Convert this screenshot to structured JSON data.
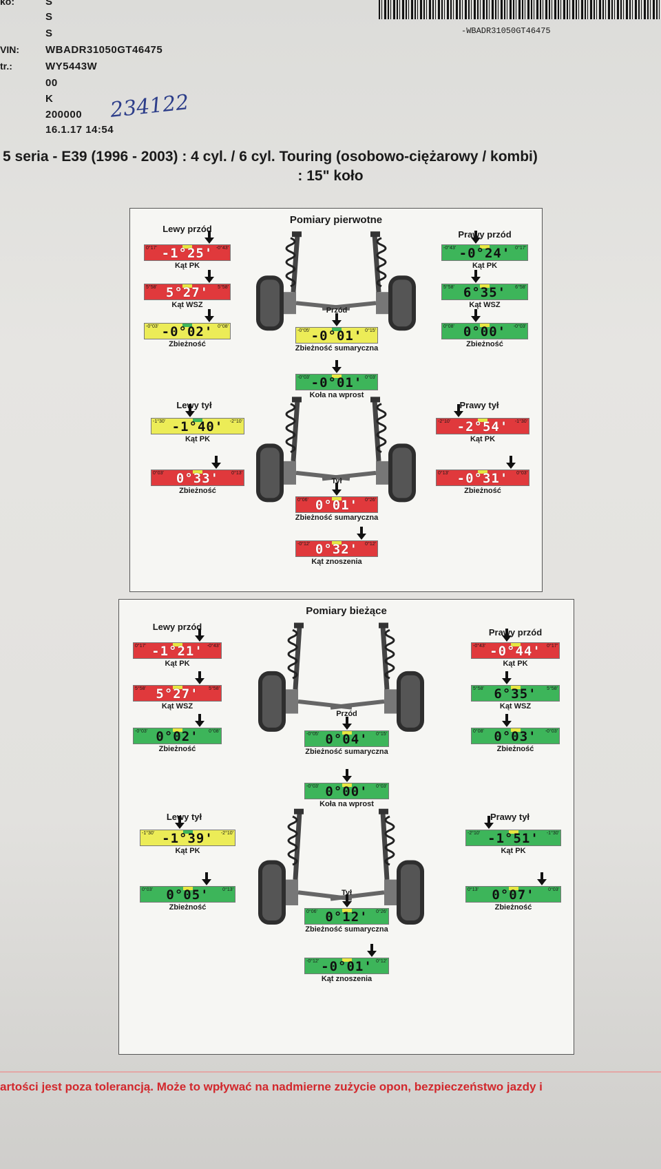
{
  "header": {
    "rows": [
      {
        "label": "ko:",
        "value": "S"
      },
      {
        "label": "",
        "value": "S"
      },
      {
        "label": "",
        "value": "S"
      },
      {
        "label": "VIN:",
        "value": "WBADR31050GT46475"
      },
      {
        "label": "tr.:",
        "value": "WY5443W"
      },
      {
        "label": "",
        "value": "00"
      },
      {
        "label": "",
        "value": "K"
      },
      {
        "label": "",
        "value": "200000"
      },
      {
        "label": "",
        "value": "16.1.17 14:54"
      }
    ],
    "barcode_text": "-WBADR31050GT46475",
    "handwritten": "234122"
  },
  "model": {
    "line1": "5 seria - E39 (1996 - 2003) : 4 cyl. / 6 cyl. Touring (osobowo-ciężarowy / kombi)",
    "line2": ": 15\" koło"
  },
  "panels": [
    {
      "title": "Pomiary pierwotne",
      "front": {
        "left_label": "Lewy przód",
        "right_label": "Prawy przód",
        "center_label": "Przód",
        "left": [
          {
            "color": "red",
            "value": "-1°25'",
            "tl": "0°17'",
            "tr": "-0°43'",
            "caption": "Kąt PK"
          },
          {
            "color": "red",
            "value": "5°27'",
            "tl": "5°58'",
            "tr": "5°58'",
            "caption": "Kąt WSZ"
          },
          {
            "color": "yellow",
            "value": "-0°02'",
            "tl": "-0°03'",
            "tr": "0°08'",
            "caption": "Zbieżność"
          }
        ],
        "right": [
          {
            "color": "green",
            "value": "-0°24'",
            "tl": "-0°43'",
            "tr": "0°17'",
            "caption": "Kąt PK"
          },
          {
            "color": "green",
            "value": "6°35'",
            "tl": "5°58'",
            "tr": "6°58'",
            "caption": "Kąt WSZ"
          },
          {
            "color": "green",
            "value": "0°00'",
            "tl": "0°08'",
            "tr": "-0°03'",
            "caption": "Zbieżność"
          }
        ],
        "center": [
          {
            "color": "yellow",
            "value": "-0°01'",
            "tl": "-0°05'",
            "tr": "0°15'",
            "caption": "Zbieżność sumaryczna"
          },
          {
            "color": "green",
            "value": "-0°01'",
            "tl": "-0°03'",
            "tr": "0°03'",
            "caption": "Koła na wprost"
          }
        ]
      },
      "rear": {
        "left_label": "Lewy tył",
        "right_label": "Prawy tył",
        "center_label": "Tył",
        "left": [
          {
            "color": "yellow",
            "value": "-1°40'",
            "tl": "-1°30'",
            "tr": "-2°10'",
            "caption": "Kąt PK"
          },
          {
            "color": "red",
            "value": "0°33'",
            "tl": "0°03'",
            "tr": "0°13'",
            "caption": "Zbieżność"
          }
        ],
        "right": [
          {
            "color": "red",
            "value": "-2°54'",
            "tl": "-2°10'",
            "tr": "-1°30'",
            "caption": "Kąt PK"
          },
          {
            "color": "red",
            "value": "-0°31'",
            "tl": "0°13'",
            "tr": "0°03'",
            "caption": "Zbieżność"
          }
        ],
        "center": [
          {
            "color": "red",
            "value": "0°01'",
            "tl": "0°06'",
            "tr": "0°26'",
            "caption": "Zbieżność sumaryczna"
          },
          {
            "color": "red",
            "value": "0°32'",
            "tl": "-0°12'",
            "tr": "0°12'",
            "caption": "Kąt znoszenia"
          }
        ]
      }
    },
    {
      "title": "Pomiary bieżące",
      "front": {
        "left_label": "Lewy przód",
        "right_label": "Prawy przód",
        "center_label": "Przód",
        "left": [
          {
            "color": "red",
            "value": "-1°21'",
            "tl": "0°17'",
            "tr": "-0°43'",
            "caption": "Kąt PK"
          },
          {
            "color": "red",
            "value": "5°27'",
            "tl": "5°58'",
            "tr": "5°58'",
            "caption": "Kąt WSZ"
          },
          {
            "color": "green",
            "value": "0°02'",
            "tl": "-0°03'",
            "tr": "0°08'",
            "caption": "Zbieżność"
          }
        ],
        "right": [
          {
            "color": "red",
            "value": "-0°44'",
            "tl": "-0°43'",
            "tr": "0°17'",
            "caption": "Kąt PK"
          },
          {
            "color": "green",
            "value": "6°35'",
            "tl": "5°58'",
            "tr": "5°58'",
            "caption": "Kąt WSZ"
          },
          {
            "color": "green",
            "value": "0°03'",
            "tl": "0°08'",
            "tr": "-0°03'",
            "caption": "Zbieżność"
          }
        ],
        "center": [
          {
            "color": "green",
            "value": "0°04'",
            "tl": "-0°05'",
            "tr": "0°15'",
            "caption": "Zbieżność sumaryczna"
          },
          {
            "color": "green",
            "value": "0°00'",
            "tl": "-0°03'",
            "tr": "0°03'",
            "caption": "Koła na wprost"
          }
        ]
      },
      "rear": {
        "left_label": "Lewy tył",
        "right_label": "Prawy tył",
        "center_label": "Tył",
        "left": [
          {
            "color": "yellow",
            "value": "-1°39'",
            "tl": "-1°30'",
            "tr": "-2°10'",
            "caption": "Kąt PK"
          },
          {
            "color": "green",
            "value": "0°05'",
            "tl": "0°03'",
            "tr": "0°13'",
            "caption": "Zbieżność"
          }
        ],
        "right": [
          {
            "color": "green",
            "value": "-1°51'",
            "tl": "-2°10'",
            "tr": "-1°30'",
            "caption": "Kąt PK"
          },
          {
            "color": "green",
            "value": "0°07'",
            "tl": "0°13'",
            "tr": "0°03'",
            "caption": "Zbieżność"
          }
        ],
        "center": [
          {
            "color": "green",
            "value": "0°12'",
            "tl": "0°06'",
            "tr": "0°26'",
            "caption": "Zbieżność sumaryczna"
          },
          {
            "color": "green",
            "value": "-0°01'",
            "tl": "-0°12'",
            "tr": "0°12'",
            "caption": "Kąt znoszenia"
          }
        ]
      }
    }
  ],
  "warning": "artości jest poza tolerancją. Może to wpływać na nadmierne zużycie opon, bezpieczeństwo jazdy i"
}
